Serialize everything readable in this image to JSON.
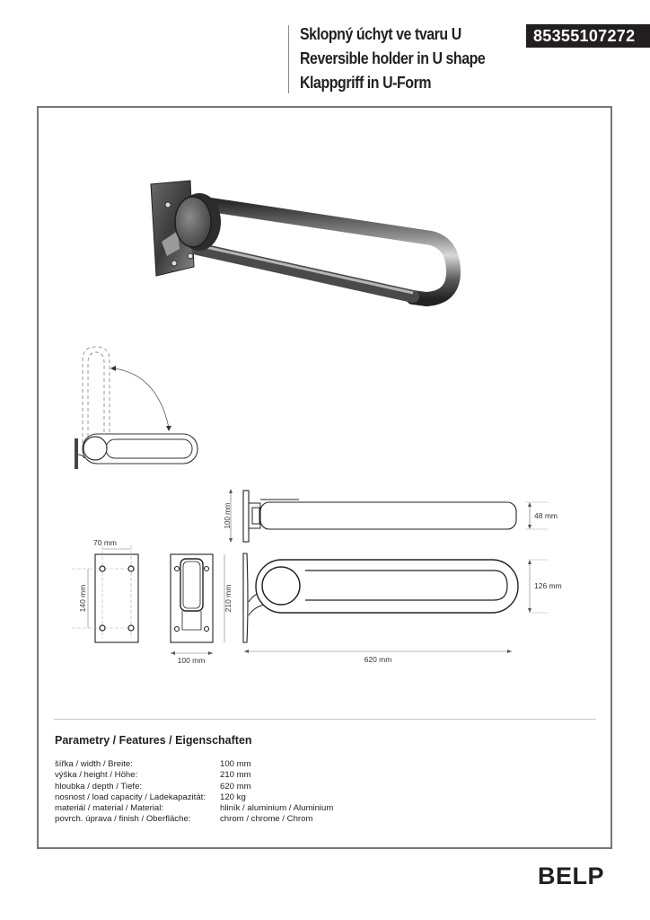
{
  "header": {
    "titles": [
      "Sklopný úchyt ve tvaru U",
      "Reversible holder in U shape",
      "Klappgriff in U-Form"
    ],
    "product_code": "85355107272"
  },
  "drawings": {
    "product_photo_alt": "chrome U-shaped reversible grab bar render",
    "rotation_diagram": "fold-up rotation arc",
    "top_view_dims": {
      "height": "100 mm",
      "depth": "48 mm"
    },
    "wall_plate_dims": {
      "hole_spacing_width": "70 mm",
      "hole_spacing_height": "140 mm"
    },
    "front_plate_dims": {
      "height": "210 mm",
      "width": "100 mm"
    },
    "side_view_dims": {
      "length": "620 mm",
      "bar_height": "126 mm"
    }
  },
  "parameters": {
    "heading": "Parametry / Features / Eigenschaften",
    "rows": [
      {
        "label": "šířka / width / Breite:",
        "value": "100 mm"
      },
      {
        "label": "výška / height / Höhe:",
        "value": "210 mm"
      },
      {
        "label": "hloubka / depth / Tiefe:",
        "value": "620 mm"
      },
      {
        "label": "nosnost / load capacity / Ladekapazität:",
        "value": "120 kg"
      },
      {
        "label": "materiál / material / Material:",
        "value": "hliník / aluminium / Aluminium"
      },
      {
        "label": "povrch. úprava / finish / Oberfläche:",
        "value": "chrom / chrome / Chrom"
      }
    ]
  },
  "brand": "BELP",
  "colors": {
    "text": "#231f20",
    "badge_bg": "#231f20",
    "frame": "#777777"
  }
}
